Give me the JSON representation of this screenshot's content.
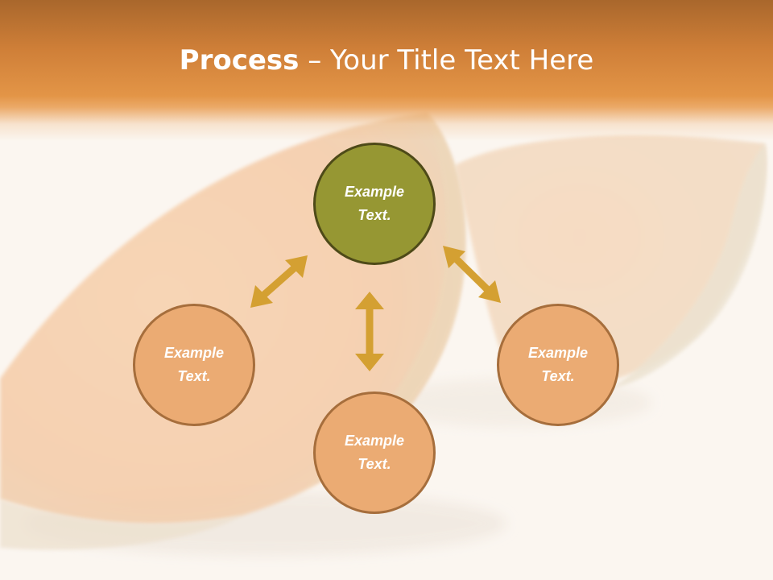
{
  "title": {
    "bold": "Process",
    "separator": " – ",
    "rest": "Your Title Text Here"
  },
  "nodes": {
    "center": "Example Text.",
    "left": "Example Text.",
    "bottom": "Example Text.",
    "right": "Example Text."
  },
  "colors": {
    "title_band": "#e39547",
    "center_fill": "#969733",
    "center_border": "#4e4a18",
    "peach_fill": "#ebab73",
    "peach_border": "#a66e3c",
    "arrow": "#d4a032"
  }
}
